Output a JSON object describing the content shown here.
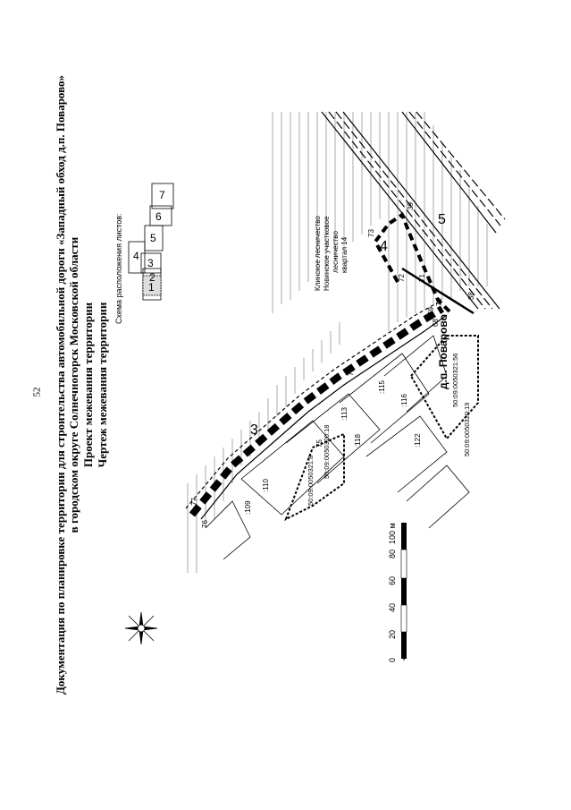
{
  "page_number": "52",
  "header": {
    "line1": "Документация по планировке территории для строительства автомобильной дороги «Западный обход д.п. Поварово»",
    "line2": "в городском округе Солнечногорск Московской области",
    "line3": "Проект межевания территории",
    "line4": "Чертеж межевания территории"
  },
  "sheet_scheme": {
    "title": "Схема расположения листов:",
    "sheets": [
      "1",
      "2",
      "3",
      "4",
      "5",
      "6",
      "7"
    ]
  },
  "scale_bar": {
    "ticks": [
      "0",
      "20",
      "40",
      "60",
      "80",
      "100 м"
    ]
  },
  "map": {
    "forest_label": {
      "line1": "Клинское лесничество",
      "line2": "Новинское участковое",
      "line3": "лесничество",
      "line4": "квартал 14"
    },
    "settlement_label": "д.п. Поварово",
    "sheet_numbers": [
      "3",
      "4",
      "5"
    ],
    "point_numbers": [
      "77",
      "76",
      "75",
      "74",
      "73",
      "72",
      "71",
      "70",
      "69",
      "68",
      "39",
      "38"
    ],
    "parcel_numbers": [
      ":109",
      ":110",
      ":113",
      ":115",
      ":116",
      ":118",
      ":122"
    ],
    "cadastral_numbers": [
      "50:09:0050321:8",
      "50:09:0050320:18",
      "50:09:0050321:56",
      "50:09:0050320:19"
    ]
  }
}
